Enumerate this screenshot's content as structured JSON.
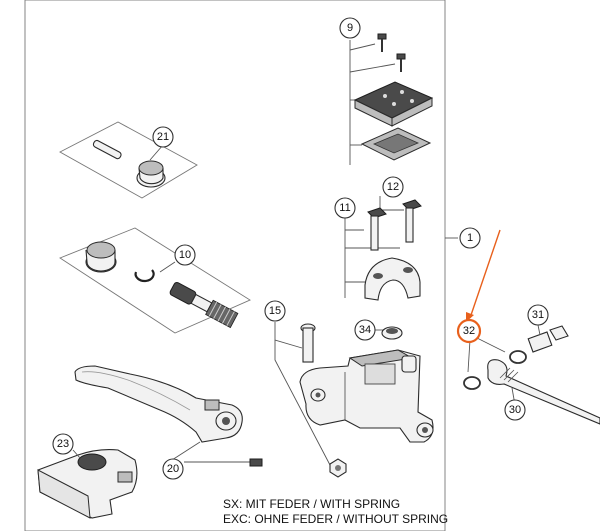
{
  "callouts": {
    "c1": "1",
    "c9": "9",
    "c10": "10",
    "c11": "11",
    "c12": "12",
    "c15": "15",
    "c20": "20",
    "c21": "21",
    "c23": "23",
    "c30": "30",
    "c31": "31",
    "c32": "32",
    "c34": "34"
  },
  "notes": {
    "line1": "SX: MIT FEDER / WITH SPRING",
    "line2": "EXC: OHNE FEDER / WITHOUT SPRING"
  },
  "colors": {
    "highlight": "#e8601c",
    "outline": "#2b2b2b"
  }
}
